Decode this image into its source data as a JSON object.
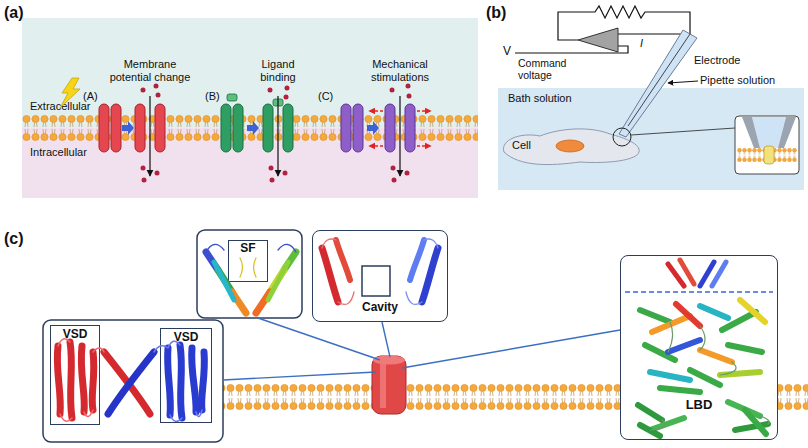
{
  "diagram": {
    "nodes": [
      {
        "text": [
          "Extracellular"
        ]
      },
      {
        "text": [
          "Intracellular"
        ]
      },
      {
        "text": [
          "Bath solution"
        ]
      },
      {
        "text": [
          "Cell"
        ],
        "in": 2
      },
      {
        "text": [
          "VSD"
        ]
      },
      {
        "text": [
          "VSD"
        ]
      },
      {
        "text": [
          "SF"
        ]
      },
      {
        "text": [
          "Cavity"
        ]
      },
      {
        "text": [
          "LBD"
        ]
      }
    ],
    "labels": [
      "(a)",
      "(A)",
      "Membrane potential change",
      "(B)",
      "Ligand binding",
      "(C)",
      "Mechanical stimulations",
      "(b)",
      "V",
      "Command voltage",
      "I",
      "Electrode",
      "Pipette solution",
      "(c)"
    ]
  }
}
